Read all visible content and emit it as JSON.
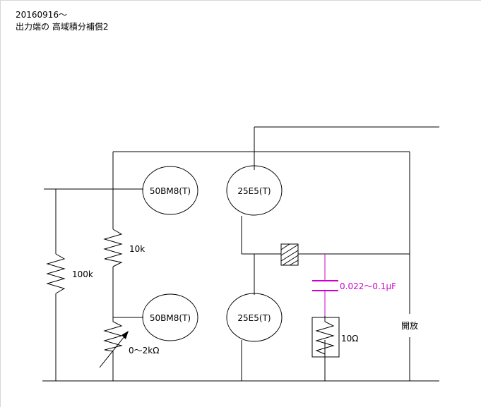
{
  "header": {
    "date": "20160916～",
    "title": "出力端の 高域積分補償2"
  },
  "tubes": {
    "upper_left": "50BM8(T)",
    "upper_right": "25E5(T)",
    "lower_left": "50BM8(T)",
    "lower_right": "25E5(T)"
  },
  "components": {
    "r_bias": "100k",
    "r_10k": "10k",
    "vr": "0～2kΩ",
    "capacitor": "0.022～0.1μF",
    "r_10ohm": "10Ω",
    "open": "開放"
  },
  "colors": {
    "accent": "#cc00cc",
    "line": "#000000"
  }
}
